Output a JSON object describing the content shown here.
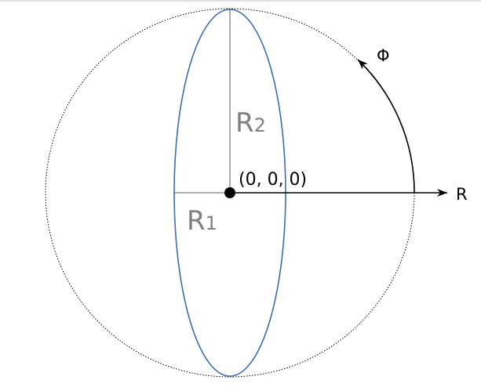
{
  "labels": {
    "r_axis": "R",
    "phi": "Φ",
    "r1": "R",
    "r1_sub": "1",
    "r2": "R",
    "r2_sub": "2",
    "origin": "(0, 0, 0)"
  },
  "colors": {
    "ellipse": "#3b6db3",
    "radius_lines": "#808080",
    "axis": "#000000"
  }
}
